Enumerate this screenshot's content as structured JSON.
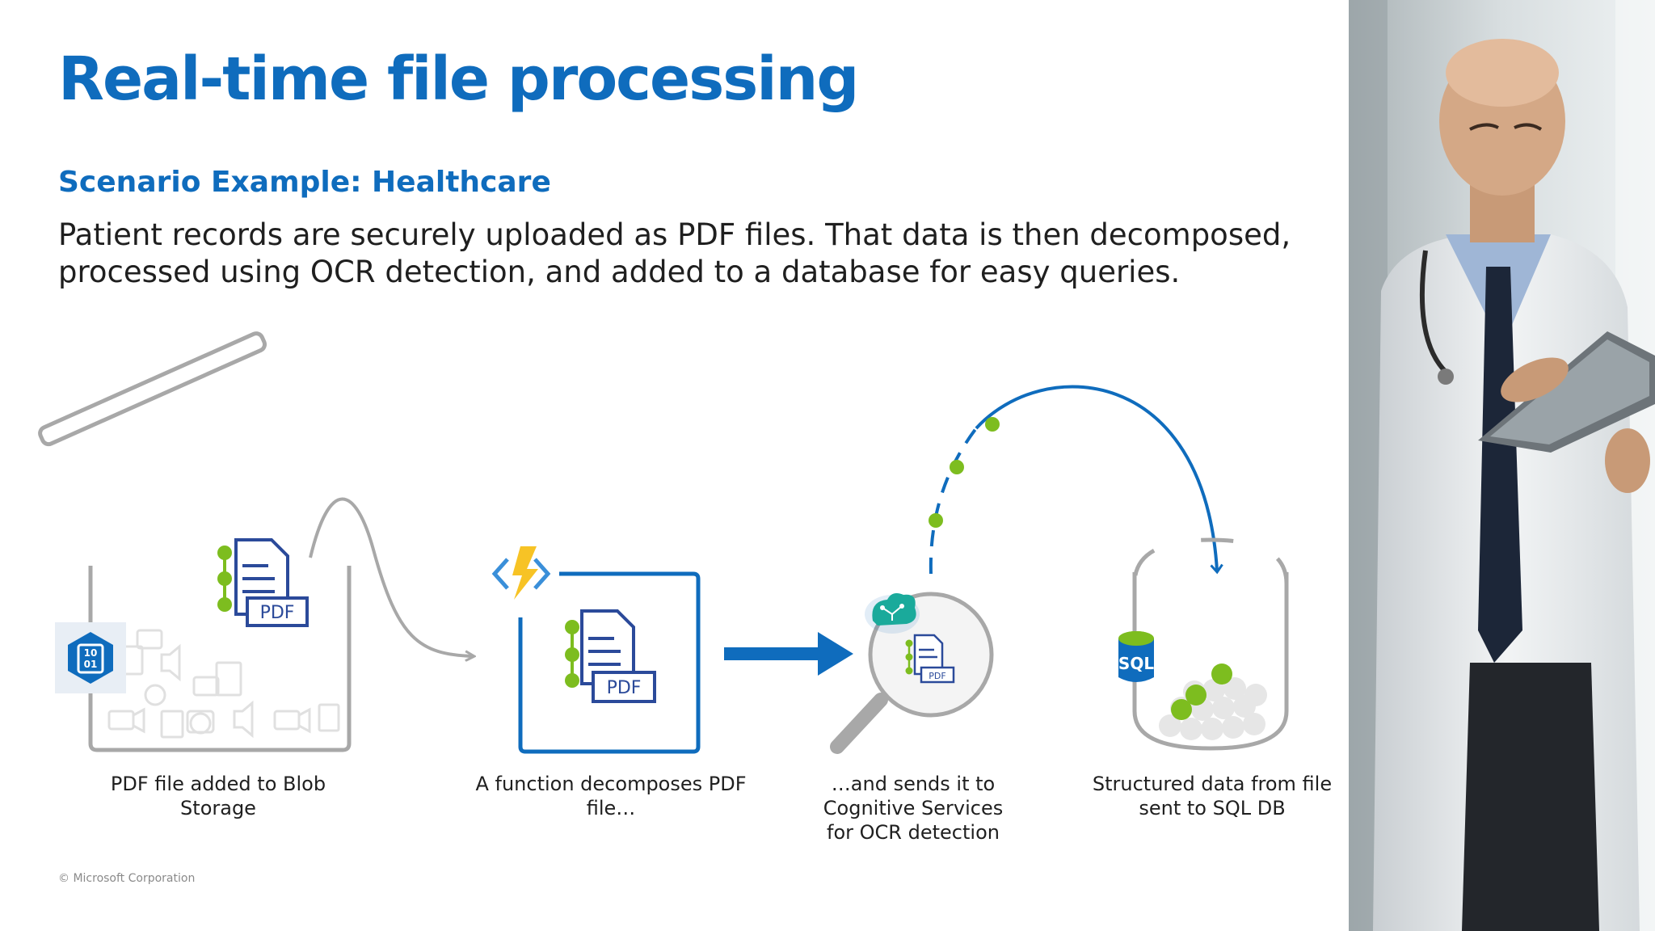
{
  "slide": {
    "title": "Real-time file processing",
    "subtitle": "Scenario Example: Healthcare",
    "body": "Patient records are securely uploaded as PDF files. That data is then decomposed, processed using OCR detection, and added to a database for easy queries.",
    "footer": "© Microsoft Corporation"
  },
  "steps": [
    {
      "caption": "PDF file added to Blob Storage",
      "badge": "PDF",
      "icon": "blob-storage-icon"
    },
    {
      "caption": "A function decomposes PDF file…",
      "badge": "PDF",
      "icon": "azure-function-icon"
    },
    {
      "caption": "…and sends it to Cognitive Services for OCR detection",
      "badge": "PDF",
      "icon": "cognitive-services-icon"
    },
    {
      "caption": "Structured data from file sent to SQL DB",
      "badge": "SQL",
      "icon": "sql-database-icon"
    }
  ],
  "blob_badge": "10\n01",
  "colors": {
    "accent": "#0f6cbd",
    "node_green": "#7dbd1f",
    "gray": "#a8a8a8",
    "navy": "#2b4a9a"
  }
}
